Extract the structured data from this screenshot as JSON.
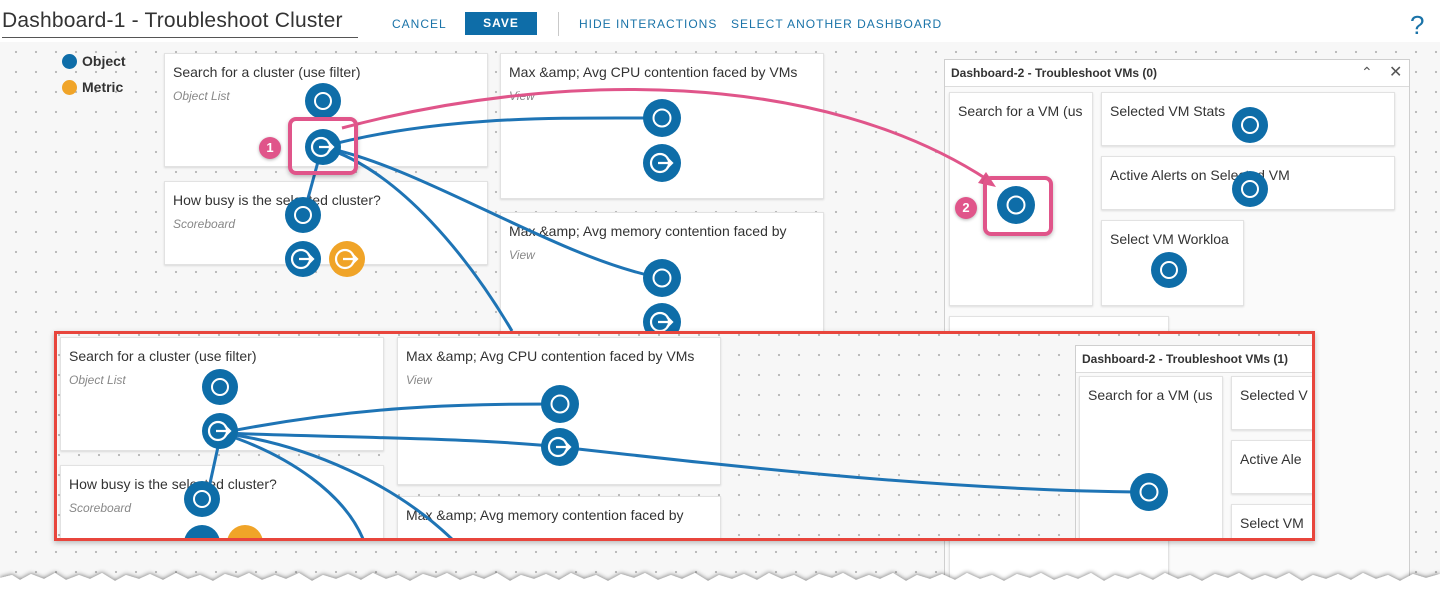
{
  "header": {
    "title": "Dashboard-1 - Troubleshoot Cluster",
    "cancel_label": "CANCEL",
    "save_label": "SAVE",
    "hide_label": "HIDE INTERACTIONS",
    "select_label": "SELECT ANOTHER DASHBOARD",
    "help_icon": "help-icon"
  },
  "legend": {
    "object_label": "Object",
    "metric_label": "Metric",
    "object_color": "#0e6da8",
    "metric_color": "#f0a428"
  },
  "widgets": {
    "search_cluster": {
      "title": "Search for a cluster (use filter)",
      "subtitle": "Object List"
    },
    "how_busy": {
      "title": "How busy is the selected cluster?",
      "subtitle": "Scoreboard"
    },
    "cpu": {
      "title": "Max &amp; Avg CPU contention faced by VMs",
      "subtitle": "View"
    },
    "mem": {
      "title": "Max &amp; Avg memory contention faced by",
      "subtitle": "View"
    }
  },
  "dashboard2": {
    "title": "Dashboard-2 - Troubleshoot VMs (0)",
    "search_vm": "Search for a VM (us",
    "selected_vm_stats": "Selected VM Stats",
    "active_alerts": "Active Alerts on Selected VM",
    "select_vm_workload": "Select VM Workloa"
  },
  "callouts": {
    "badge1": "1",
    "badge2": "2"
  },
  "inset": {
    "search_cluster": {
      "title": "Search for a cluster (use filter)",
      "subtitle": "Object List"
    },
    "how_busy": {
      "title": "How busy is the selected cluster?",
      "subtitle": "Scoreboard"
    },
    "cpu": {
      "title": "Max &amp; Avg CPU contention faced by VMs",
      "subtitle": "View"
    },
    "mem": {
      "title": "Max &amp; Avg memory contention faced by",
      "subtitle": "View"
    },
    "dashboard2": {
      "title": "Dashboard-2 - Troubleshoot VMs (1)",
      "search_vm": "Search for a VM (us",
      "selected": "Selected V",
      "active": "Active Ale",
      "select_vm": "Select VM"
    }
  },
  "colors": {
    "wire": "#1e74b5",
    "pink": "#e0558a",
    "red": "#e8453c"
  }
}
